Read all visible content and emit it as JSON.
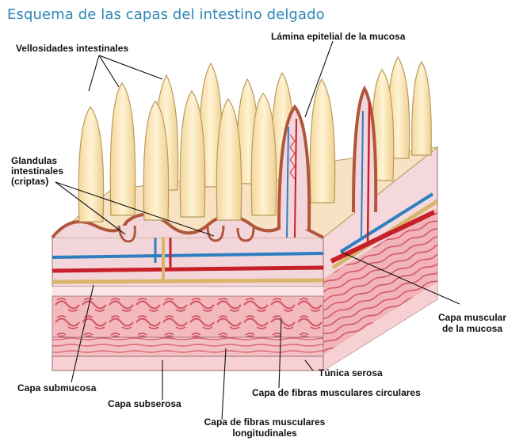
{
  "title": "Esquema de las capas del intestino delgado",
  "labels": {
    "vellosidades": "Vellosidades intestinales",
    "lamina": "Lámina epitelial de la mucosa",
    "glandulas_1": "Glandulas",
    "glandulas_2": "intestinales",
    "glandulas_3": "(criptas)",
    "capa_muscular_1": "Capa muscular",
    "capa_muscular_2": "de la mucosa",
    "tunica_serosa": "Túnica serosa",
    "submucosa": "Capa submucosa",
    "fibras_circulares": "Capa de fibras musculares circulares",
    "subserosa": "Capa subserosa",
    "fibras_longitudinales_1": "Capa de fibras musculares",
    "fibras_longitudinales_2": "longitudinales"
  },
  "colors": {
    "title": "#2f86b4",
    "villus_fill": "#fbe7b9",
    "villus_stroke": "#b99a5a",
    "epithelium": "#b0563a",
    "mucosa": "#f3d6dc",
    "muscle": "#e07a84",
    "muscle_light": "#f6c5c8",
    "artery": "#c8202a",
    "vein": "#2f7fc0",
    "lymph": "#d9b56a"
  }
}
